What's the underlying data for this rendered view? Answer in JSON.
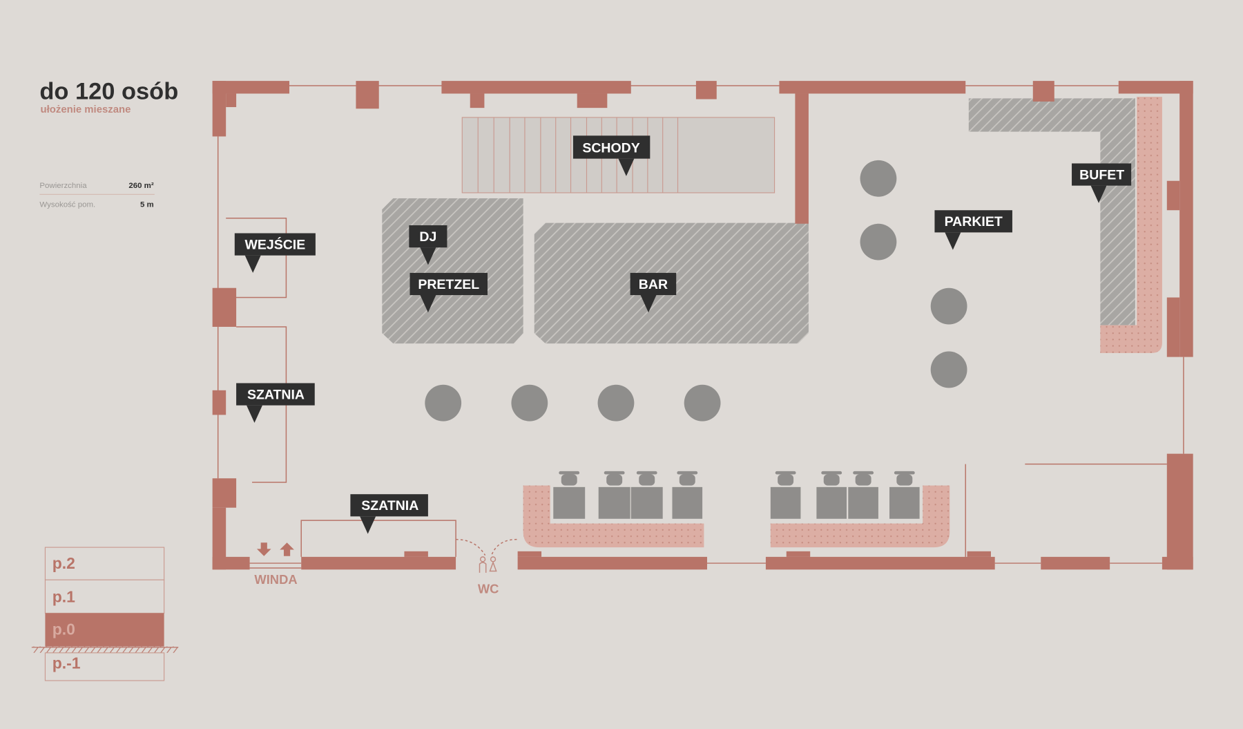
{
  "header": {
    "title": "do 120 osób",
    "subtitle": "ułożenie mieszane"
  },
  "specs": [
    {
      "label": "Powierzchnia",
      "value": "260 m²"
    },
    {
      "label": "Wysokość pom.",
      "value": "5 m"
    }
  ],
  "labels": {
    "schody": "SCHODY",
    "dj": "DJ",
    "pretzel": "PRETZEL",
    "bar": "BAR",
    "parkiet": "PARKIET",
    "bufet": "BUFET",
    "wejscie": "WEJŚCIE",
    "szatnia_1": "SZATNIA",
    "szatnia_2": "SZATNIA",
    "winda": "WINDA",
    "wc": "WC"
  },
  "floors": [
    {
      "label": "p.2",
      "active": false
    },
    {
      "label": "p.1",
      "active": false
    },
    {
      "label": "p.0",
      "active": true
    },
    {
      "label": "p.-1",
      "active": false
    }
  ],
  "colors": {
    "background": "#dedad6",
    "wall": "#b87468",
    "label": "#2f2f2f",
    "furniture": "#8f8e8c"
  }
}
